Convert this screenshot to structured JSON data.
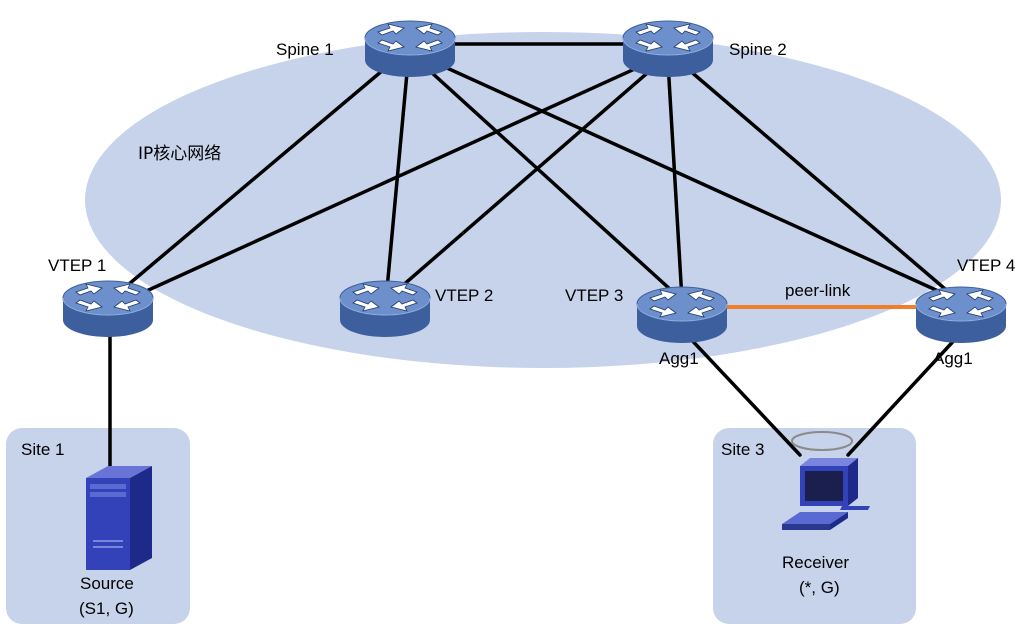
{
  "diagram": {
    "core_network_label": "IP核心网络",
    "devices": {
      "spine1": {
        "label": "Spine 1"
      },
      "spine2": {
        "label": "Spine 2"
      },
      "vtep1": {
        "label": "VTEP 1"
      },
      "vtep2": {
        "label": "VTEP 2"
      },
      "vtep3": {
        "label": "VTEP 3",
        "sublabel": "Agg1"
      },
      "vtep4": {
        "label": "VTEP 4",
        "sublabel": "Agg1"
      }
    },
    "peer_link_label": "peer-link",
    "sites": {
      "site1": {
        "label": "Site 1",
        "host_label": "Source",
        "host_sublabel": "(S1, G)"
      },
      "site3": {
        "label": "Site 3",
        "host_label": "Receiver",
        "host_sublabel": "(*, G)"
      }
    },
    "colors": {
      "core_ellipse": "#c7d3ea",
      "site_box": "#c7d3ea",
      "router_body": "#4a6fb0",
      "router_top": "#6d90cc",
      "link": "#000000",
      "peer_link": "#f07f2b"
    }
  }
}
